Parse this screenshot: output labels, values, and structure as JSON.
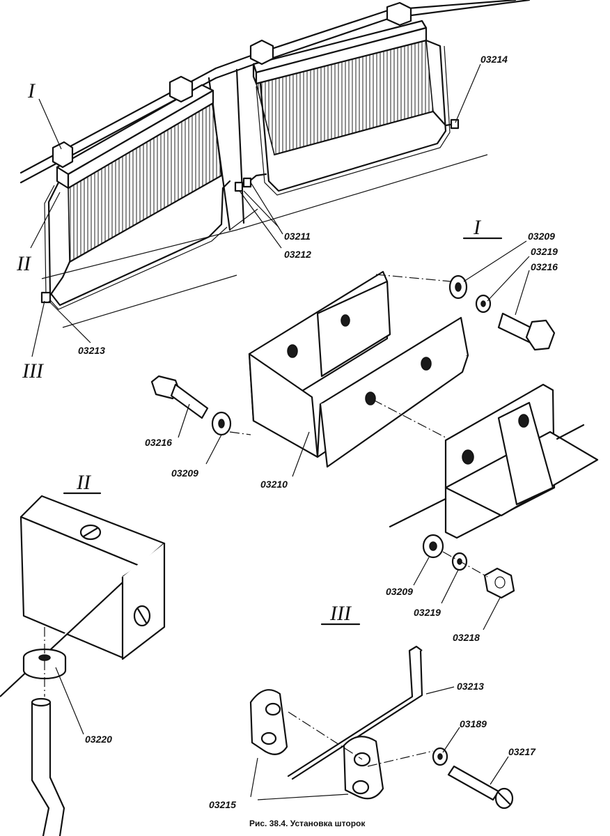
{
  "caption": "Рис. 38.4. Установка шторок",
  "views": {
    "I_main": "I",
    "II_main": "II",
    "III_main": "III",
    "I_detail": "I",
    "II_detail": "II",
    "III_detail": "III"
  },
  "labels": {
    "p03214": "03214",
    "p03211": "03211",
    "p03212": "03212",
    "p03213_top": "03213",
    "p03209_a": "03209",
    "p03219_a": "03219",
    "p03216_a": "03216",
    "p03216_b": "03216",
    "p03209_b": "03209",
    "p03210": "03210",
    "p03209_c": "03209",
    "p03219_b": "03219",
    "p03218": "03218",
    "p03220": "03220",
    "p03213_bottom": "03213",
    "p03189": "03189",
    "p03217": "03217",
    "p03215": "03215"
  }
}
